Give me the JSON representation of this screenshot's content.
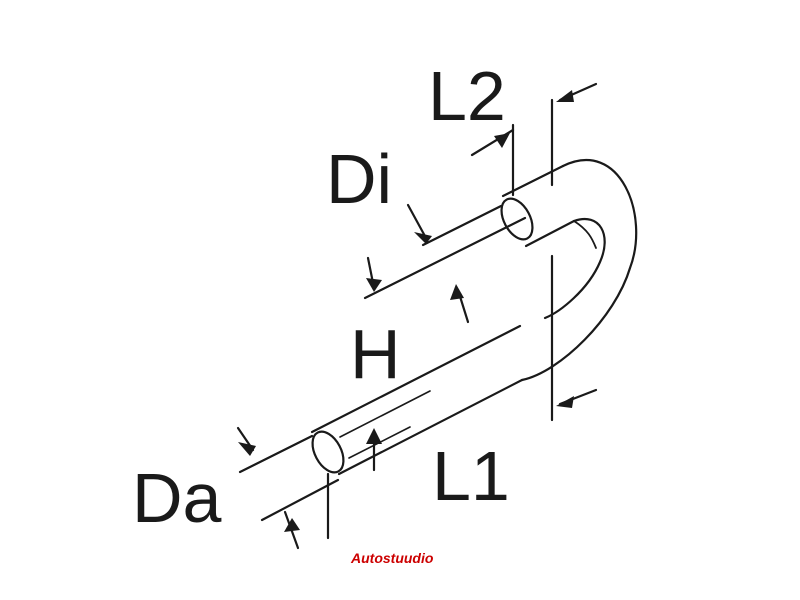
{
  "labels": {
    "l2": "L2",
    "di": "Di",
    "h": "H",
    "da": "Da",
    "l1": "L1"
  },
  "watermark": "Autostuudio",
  "colors": {
    "line": "#1a1a1a",
    "watermark": "#cc0000",
    "background": "#ffffff"
  }
}
